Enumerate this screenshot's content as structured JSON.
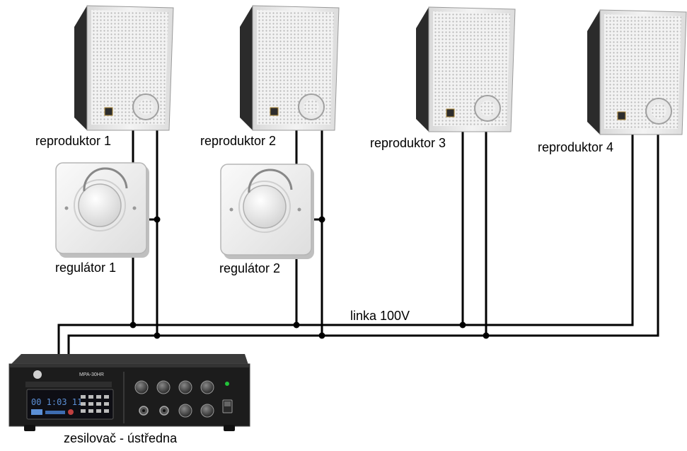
{
  "labels": {
    "speaker_1": "reproduktor 1",
    "speaker_2": "reproduktor 2",
    "speaker_3": "reproduktor 3",
    "speaker_4": "reproduktor 4",
    "regulator_1": "regulátor 1",
    "regulator_2": "regulátor 2",
    "line": "linka 100V",
    "amplifier": "zesilovač - ústředna"
  },
  "amplifier_panel": {
    "model": "MPA-30HR",
    "display_digits": "00 1:03 11"
  },
  "colors": {
    "wire": "#000000",
    "speaker_body": "#eeeeee",
    "speaker_side": "#2a2a2a",
    "regulator_body": "#f4f4f4",
    "amplifier_body": "#1c1c1c",
    "display": "#5b8fd6",
    "power_led": "#22c33a"
  }
}
